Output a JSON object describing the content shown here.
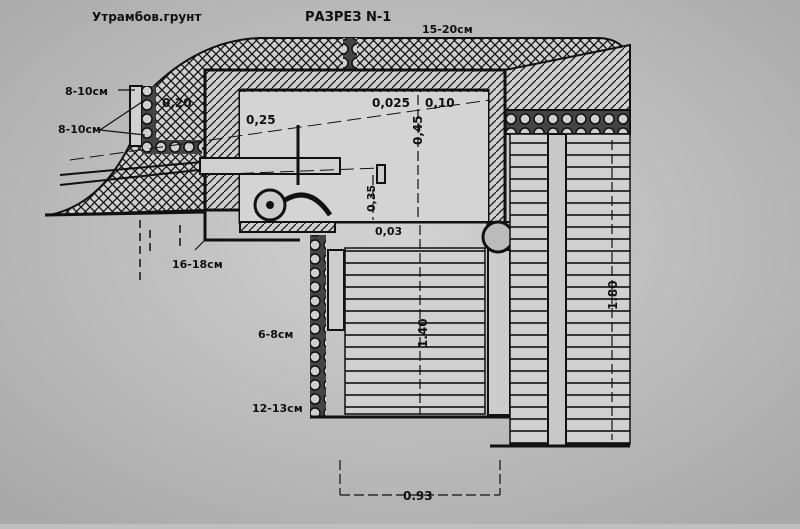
{
  "title": "РАЗРЕЗ N-1",
  "labels": {
    "ground": "Утрамбов.грунт",
    "roof_thickness": "15-20см",
    "front_plank": "8-10см",
    "front_logs": "8-10см",
    "front_fill": "0,20",
    "embrasure": "0,25",
    "roof_inner_a": "0,025",
    "roof_inner_b": "0,10",
    "room_height": "0,45",
    "gun_height": "0,35",
    "floor_step": "0,03",
    "floor_logs": "16-18см",
    "wall_logs": "6-8см",
    "bottom_logs": "12-13см",
    "pit_depth": "1.40",
    "total_depth": "1.80",
    "pit_width": "0.93"
  },
  "colors": {
    "paper": "#c4c4c4",
    "ink": "#151515",
    "fill": "#d6d6d6"
  }
}
